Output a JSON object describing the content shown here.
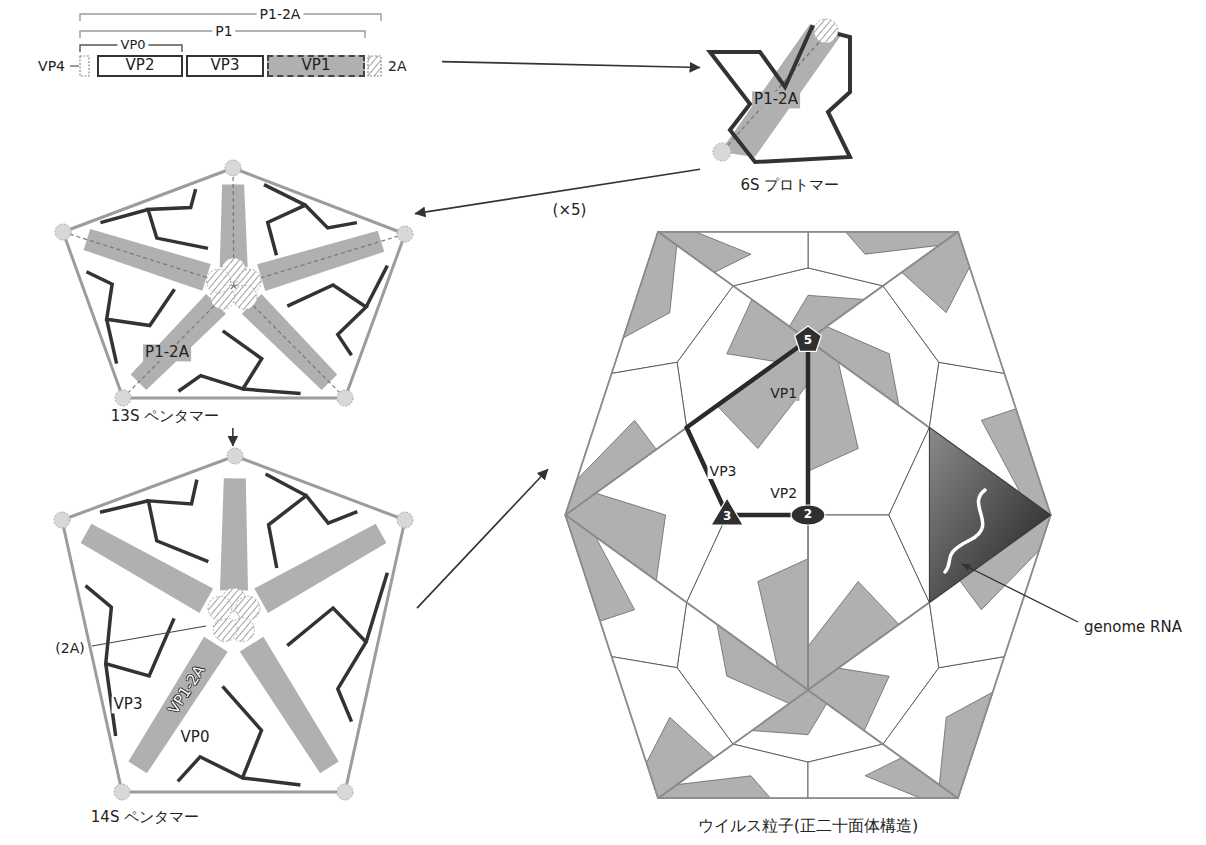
{
  "diagram": {
    "nodes": [
      {
        "text": [
          "VP4"
        ]
      },
      {
        "text": [
          "VP2"
        ]
      },
      {
        "text": [
          "VP3"
        ]
      },
      {
        "text": [
          "VP1"
        ]
      },
      {
        "text": [
          "2A"
        ]
      },
      {
        "text": [
          "P1-2A",
          "6S プロトマー"
        ]
      },
      {
        "text": [
          "P1-2A",
          "13S ペンタマー"
        ]
      },
      {
        "text": [
          "(2A)",
          "VP3",
          "VP1-2A",
          "VP0",
          "14S ペンタマー"
        ]
      },
      {
        "text": [
          "5",
          "VP1",
          "VP3",
          "VP2",
          "3",
          "2",
          "genome RNA",
          "ウイルス粒子(正二十面体構造)"
        ]
      }
    ],
    "edges": [
      {
        "from": 4,
        "to": 5,
        "arrow": "to"
      },
      {
        "from": 5,
        "to": 6,
        "label": "(×5)",
        "arrow": "to"
      },
      {
        "from": 6,
        "to": 7,
        "arrow": "to"
      },
      {
        "from": 7,
        "to": 8,
        "arrow": "to"
      }
    ],
    "labels": [
      "P1-2A",
      "P1",
      "VP0"
    ]
  }
}
